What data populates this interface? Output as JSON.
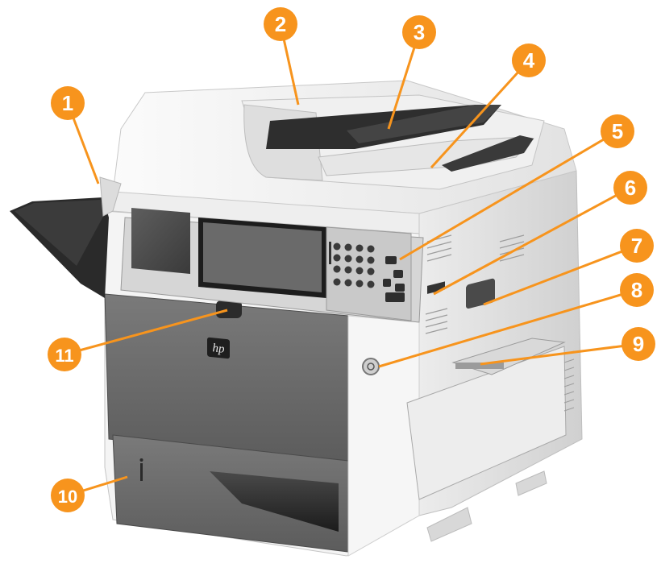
{
  "colors": {
    "callout_fill": "#f7941d",
    "leader_line": "#f7941d",
    "callout_text": "#ffffff",
    "body_white": "#f2f2f2",
    "body_light_gray": "#d9d9d9",
    "body_dark_gray": "#6b6b6b",
    "trim_black": "#1a1a1a"
  },
  "callouts": [
    {
      "label": "1"
    },
    {
      "label": "2"
    },
    {
      "label": "3"
    },
    {
      "label": "4"
    },
    {
      "label": "5"
    },
    {
      "label": "6"
    },
    {
      "label": "7"
    },
    {
      "label": "8"
    },
    {
      "label": "9"
    },
    {
      "label": "10"
    },
    {
      "label": "11"
    }
  ],
  "device": {
    "logo_text": "hp",
    "logo_icon": "hp-logo-icon"
  }
}
